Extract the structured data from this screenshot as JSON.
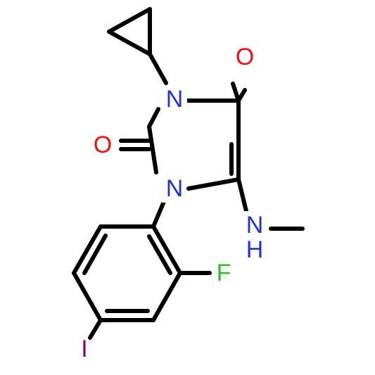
{
  "atoms": {
    "n3": {
      "text": "N",
      "color": "#2233cc"
    },
    "n1": {
      "text": "N",
      "color": "#2233cc"
    },
    "o4": {
      "text": "O",
      "color": "#ee1111"
    },
    "o2": {
      "text": "O",
      "color": "#ee1111"
    },
    "nh_n": {
      "text": "N",
      "color": "#2233cc"
    },
    "nh_h": {
      "text": "H",
      "color": "#2233cc"
    },
    "f": {
      "text": "F",
      "color": "#32b932"
    },
    "i": {
      "text": "I",
      "color": "#800080"
    }
  }
}
